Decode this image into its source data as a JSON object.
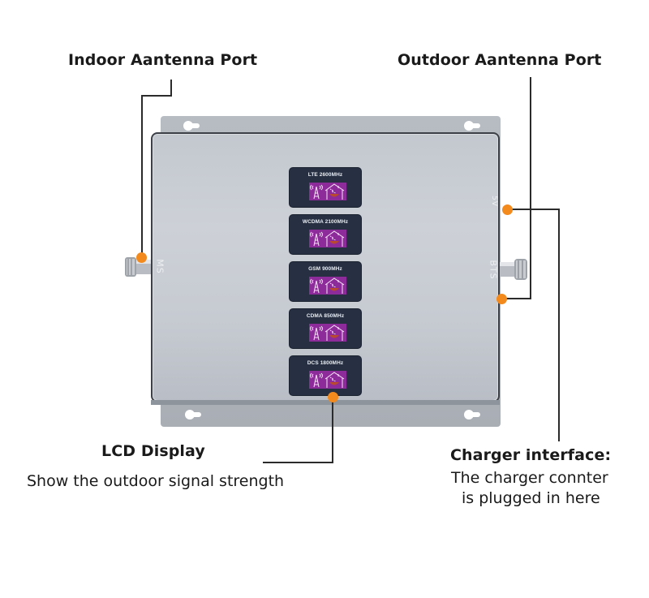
{
  "labels": {
    "indoor_port": "Indoor Aantenna Port",
    "outdoor_port": "Outdoor Aantenna Port",
    "lcd_title": "LCD Display",
    "lcd_desc": "Show the outdoor signal strength",
    "charger_title": "Charger interface:",
    "charger_desc_line1": "The charger connter",
    "charger_desc_line2": "is plugged in here"
  },
  "device": {
    "left_port_label": "MS",
    "right_port_label": "BTS",
    "power_label": "5V",
    "displays": [
      {
        "band": "LTE 2600MHz",
        "icon": "tower-house-signal-icon"
      },
      {
        "band": "WCDMA 2100MHz",
        "icon": "tower-house-signal-icon"
      },
      {
        "band": "GSM 900MHz",
        "icon": "tower-house-signal-icon"
      },
      {
        "band": "CDMA 850MHz",
        "icon": "tower-house-signal-icon"
      },
      {
        "band": "DCS 1800MHz",
        "icon": "tower-house-signal-icon"
      }
    ]
  },
  "colors": {
    "callout_dot": "#f28a1e",
    "lcd_bg": "#263042",
    "lcd_screen": "#8e2b9a",
    "leader_line": "#2b2b2b"
  }
}
